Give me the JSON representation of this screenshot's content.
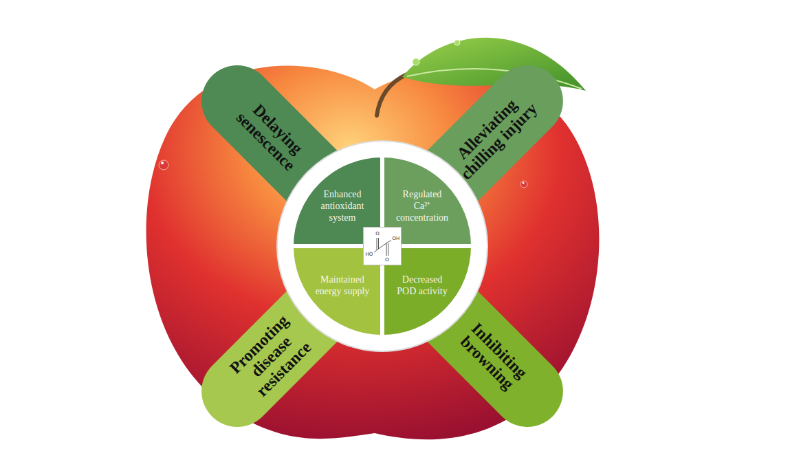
{
  "diagram": {
    "nodes": [
      {
        "text": [
          "Delaying senescence"
        ]
      },
      {
        "text": [
          "Alleviating chilling injury"
        ]
      },
      {
        "text": [
          "Enhanced antioxidant system"
        ]
      },
      {
        "text": [
          "Regulated Ca²⁺ concentration"
        ]
      },
      {
        "text": [
          "Maintained energy supply"
        ]
      },
      {
        "text": [
          "Decreased POD activity"
        ]
      },
      {
        "text": [
          "Promoting disease resistance"
        ]
      },
      {
        "text": [
          "Inhibiting browning"
        ]
      }
    ],
    "labels": [
      "O",
      "OH",
      "HO",
      "O"
    ]
  }
}
